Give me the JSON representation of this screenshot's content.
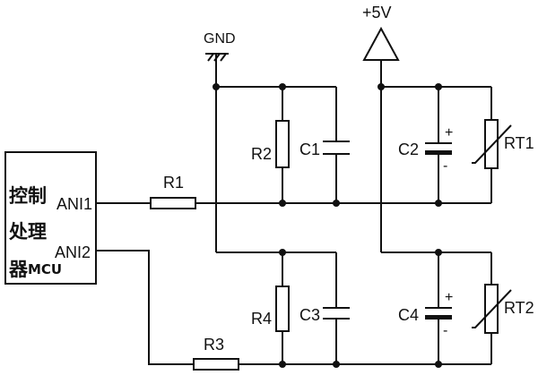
{
  "power": {
    "gnd_label": "GND",
    "vcc_label": "+5V"
  },
  "mcu": {
    "line1": "控制",
    "line2": "处理",
    "line3_cjk": "器",
    "line3_suffix": "MCU",
    "pin1": "ANI1",
    "pin2": "ANI2"
  },
  "components": {
    "r1": "R1",
    "r2": "R2",
    "r3": "R3",
    "r4": "R4",
    "c1": "C1",
    "c2": "C2",
    "c3": "C3",
    "c4": "C4",
    "rt1": "RT1",
    "rt2": "RT2",
    "polarity_plus": "+",
    "polarity_minus": "-"
  }
}
